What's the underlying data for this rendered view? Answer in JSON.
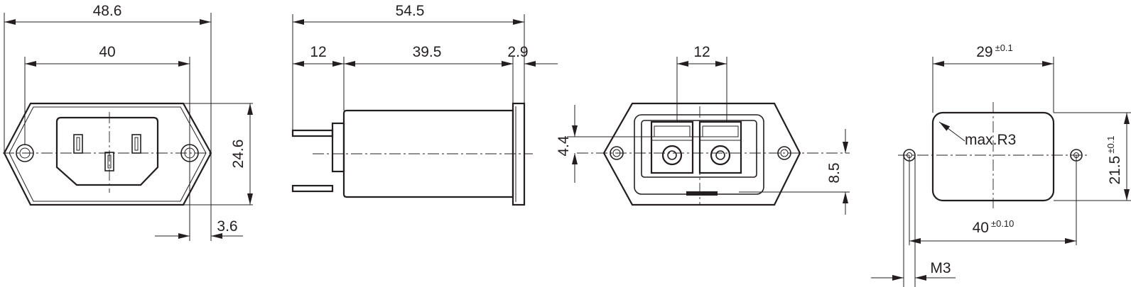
{
  "views": {
    "front": {
      "overall_width": "48.6",
      "hole_spacing": "40",
      "height": "24.6",
      "flange_offset": "3.6"
    },
    "side": {
      "overall_length": "54.5",
      "terminal_length": "12",
      "body_length": "39.5",
      "flange_thickness": "2.9"
    },
    "rear": {
      "terminal_spacing": "12",
      "terminal_offset": "4.4",
      "terminal_height": "8.5"
    },
    "panel_cutout": {
      "cutout_width": "29",
      "cutout_width_tolerance": "±0.1",
      "corner_radius": "max.R3",
      "cutout_height": "21.5",
      "cutout_height_tolerance": "±0.1",
      "hole_spacing": "40",
      "hole_spacing_tolerance": "±0.10",
      "screw_thread": "M3"
    }
  }
}
